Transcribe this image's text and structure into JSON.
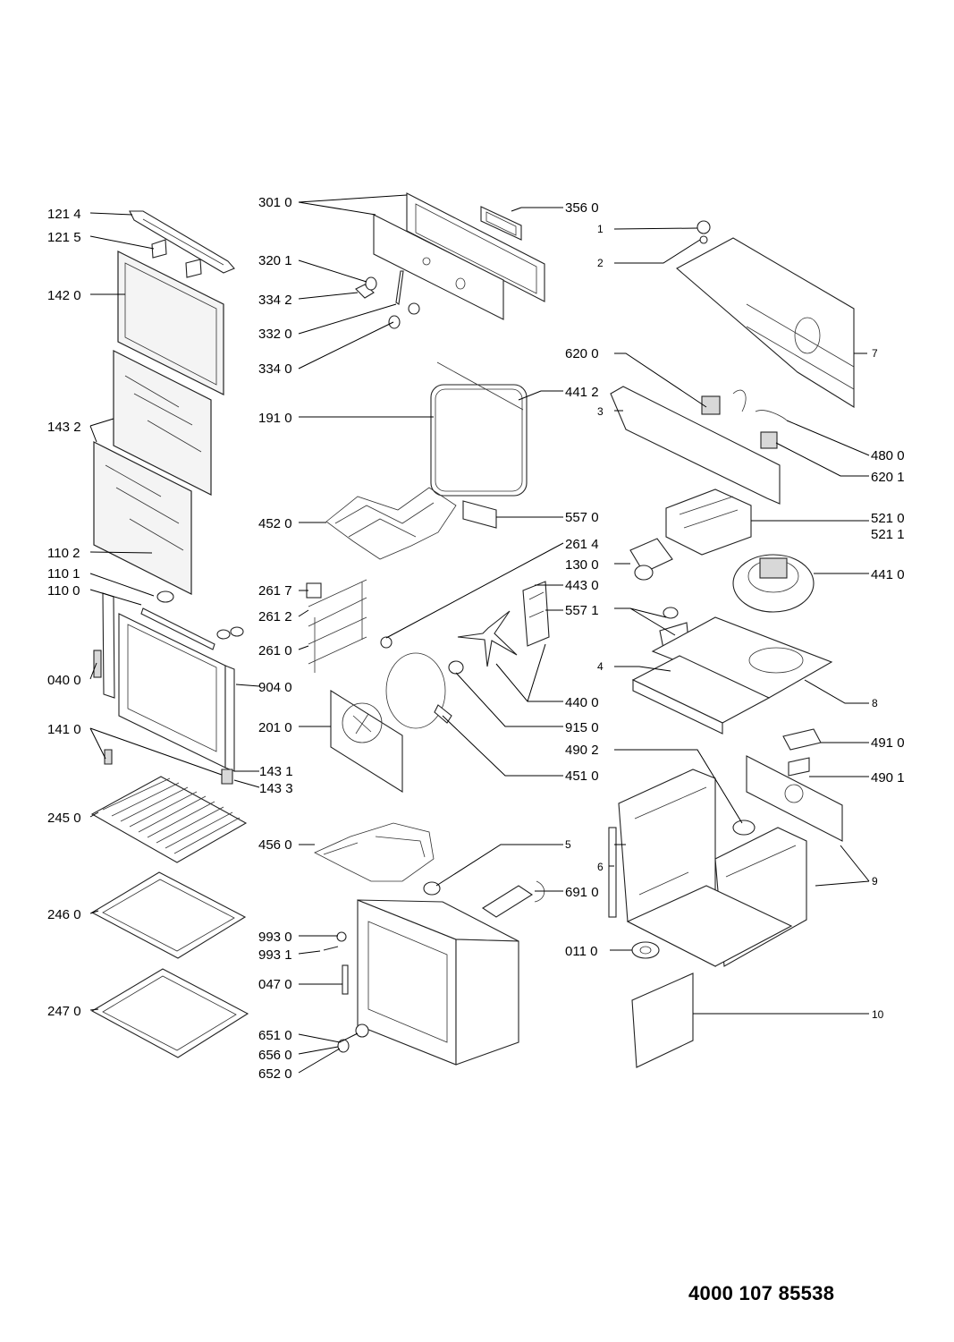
{
  "document_number": "4000 107 85538",
  "callouts": {
    "c121_4": "121 4",
    "c121_5": "121 5",
    "c142_0": "142 0",
    "c143_2": "143 2",
    "c110_2": "110 2",
    "c110_1": "110 1",
    "c110_0": "110 0",
    "c040_0": "040 0",
    "c141_0": "141 0",
    "c143_1": "143 1",
    "c143_3": "143 3",
    "c245_0": "245 0",
    "c246_0": "246 0",
    "c247_0": "247 0",
    "c301_0": "301 0",
    "c356_0": "356 0",
    "c320_1": "320 1",
    "c334_2": "334 2",
    "c332_0": "332 0",
    "c334_0": "334 0",
    "c191_0": "191 0",
    "c441_2": "441 2",
    "c452_0": "452 0",
    "c557_0": "557 0",
    "c261_4": "261 4",
    "c261_7": "261 7",
    "c261_2": "261 2",
    "c261_0": "261 0",
    "c904_0": "904 0",
    "c201_0": "201 0",
    "c443_0": "443 0",
    "c557_1": "557 1",
    "c440_0": "440 0",
    "c915_0": "915 0",
    "c451_0": "451 0",
    "c456_0": "456 0",
    "c691_0": "691 0",
    "c993_0": "993 0",
    "c993_1": "993 1",
    "c047_0": "047 0",
    "c651_0": "651 0",
    "c656_0": "656 0",
    "c652_0": "652 0",
    "c011_0": "011 0",
    "c1": "1",
    "c2": "2",
    "c7": "7",
    "c620_0": "620 0",
    "c3": "3",
    "c480_0": "480 0",
    "c620_1": "620 1",
    "c521_0": "521 0",
    "c521_1": "521 1",
    "c130_0": "130 0",
    "c441_0": "441 0",
    "c4": "4",
    "c8": "8",
    "c491_0": "491 0",
    "c490_2": "490 2",
    "c490_1": "490 1",
    "c5": "5",
    "c6": "6",
    "c9": "9",
    "c10": "10"
  }
}
